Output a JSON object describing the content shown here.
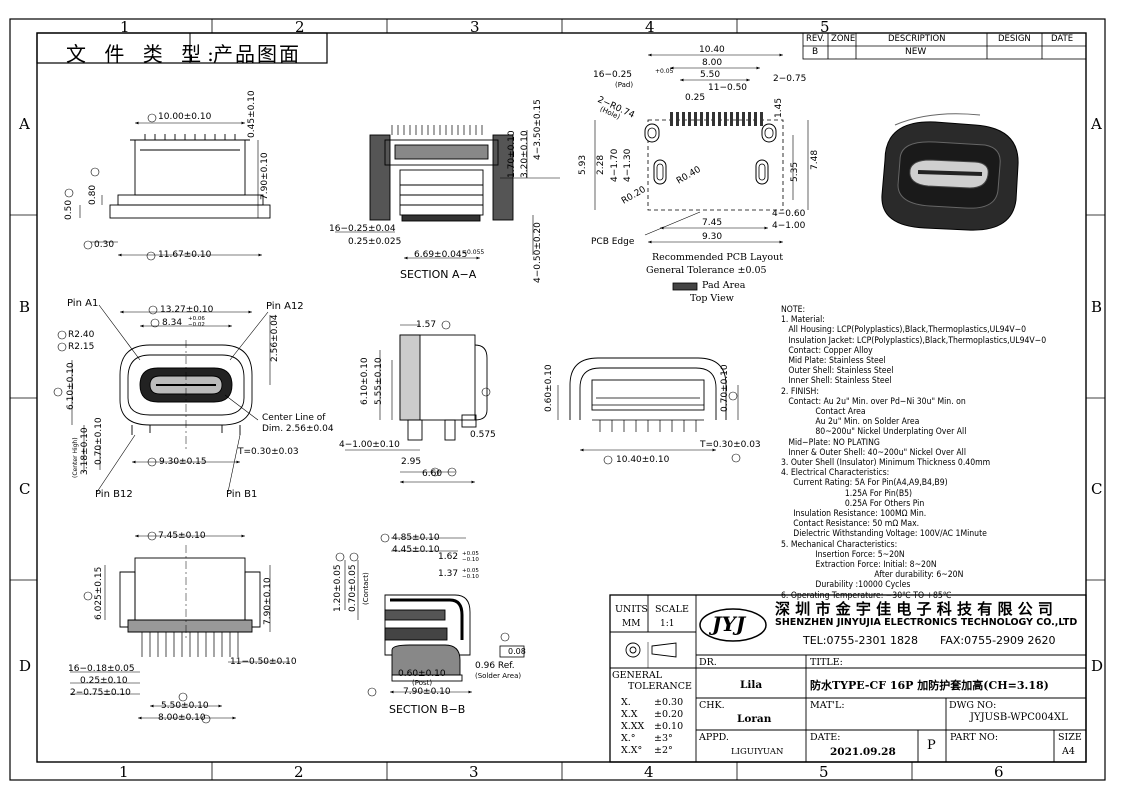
{
  "zones": {
    "top": [
      "1",
      "2",
      "3",
      "4",
      "5"
    ],
    "bottom": [
      "1",
      "2",
      "3",
      "4",
      "5",
      "6"
    ],
    "left": [
      "A",
      "B",
      "C",
      "D"
    ],
    "right": [
      "A",
      "B",
      "C",
      "D"
    ]
  },
  "doc_type": {
    "label": "文 件 类 型:",
    "value": "产品图面"
  },
  "revision": {
    "headers": [
      "REV.",
      "ZONE",
      "DESCRIPTION",
      "DESIGN",
      "DATE"
    ],
    "row": {
      "rev": "B",
      "zone": "",
      "description": "NEW",
      "design": "",
      "date": ""
    }
  },
  "views": {
    "top_left": {
      "d1": "10.00±0.10",
      "d2": "0.45±0.10",
      "d3": "7.90±0.10",
      "d4": "0.80",
      "d5": "0.50",
      "d6": "0.30",
      "d7": "11.67±0.10"
    },
    "section_aa": {
      "caption": "SECTION A−A",
      "d1": "16−0.25±0.04",
      "d2": "0.25±0.025",
      "d3": "6.69±0.045",
      "d3b": "−0.055",
      "d4": "1.70±0.10",
      "d5": "3.20±0.10",
      "d6": "4−3.50±0.15",
      "d7": "4−0.50±0.20"
    },
    "pcb": {
      "caption_1": "Recommended PCB Layout",
      "caption_2": "General Tolerance ±0.05",
      "pad_area": "Pad Area",
      "top_view": "Top View",
      "pcb_edge": "PCB Edge",
      "d_10_40": "10.40",
      "d_8_00": "8.00",
      "d_5_50": "5.50",
      "d_0_25": "0.25",
      "d_11_050": "11−0.50",
      "d_pad": "16−0.25",
      "d_pad_tol": "+0.05",
      "pad": "(Pad)",
      "hole": "(Hole)",
      "d_2_075": "2−0.75",
      "d_2_080": "2−R0.74",
      "d_145": "1.45",
      "d_593": "5.93",
      "d_228": "2.28",
      "d_170": "4−1.70",
      "d_130": "4−1.30",
      "d_535": "5.35",
      "d_748": "7.48",
      "d_r040": "R0.40",
      "d_r020": "R0.20",
      "d_745": "7.45",
      "d_930": "9.30",
      "d_060h": "4−0.60",
      "d_100p": "4−1.00"
    },
    "front": {
      "pin_a1": "Pin A1",
      "pin_a12": "Pin A12",
      "pin_b12": "Pin B12",
      "pin_b1": "Pin B1",
      "d1": "13.27±0.10",
      "d2": "8.34",
      "d2tol": "+0.06 −0.02",
      "d3": "R2.40",
      "d4": "R2.15",
      "d5": "2.56±0.04",
      "d6": "6.10±0.10",
      "d7": "3.18±0.10",
      "d8": "0.70±0.10",
      "d9": "9.30±0.15",
      "d10": "T=0.30±0.03",
      "center_line": "Center Line of",
      "center_dim": "Dim. 2.56±0.04",
      "center_high": "(Center High)"
    },
    "side": {
      "d1": "1.57",
      "d2": "6.10±0.10",
      "d3": "5.55±0.10",
      "d4": "4−1.00±0.10",
      "d5": "0.575",
      "d6": "2.95",
      "d7": "6.60"
    },
    "front2": {
      "d1": "0.60±0.10",
      "d2": "0.70±0.10",
      "d3": "10.40±0.10",
      "d4": "T=0.30±0.03"
    },
    "bottom": {
      "d1": "7.45±0.10",
      "d2": "6.025±0.15",
      "d3": "7.90±0.10",
      "d4": "16−0.18±0.05",
      "d5": "0.25±0.10",
      "d6": "2−0.75±0.10",
      "d7": "11−0.50±0.10",
      "d8": "5.50±0.10",
      "d9": "8.00±0.10"
    },
    "section_bb": {
      "caption": "SECTION B−B",
      "d1": "4.85±0.10",
      "d2": "4.45±0.10",
      "d3": "1.62",
      "d3tol": "+0.05 −0.10",
      "d4": "1.37",
      "d4tol": "+0.05 −0.10",
      "d5": "1.20±0.05",
      "d6": "0.70±0.05",
      "contact": "(Contact)",
      "d7": "0.08",
      "d8": "0.96 Ref.",
      "solder": "(Solder Area)",
      "d9": "0.60±0.10",
      "post": "(Post)",
      "d10": "7.90±0.10"
    }
  },
  "notes": [
    "NOTE:",
    "1. Material:",
    "   All Housing: LCP(Polyplastics),Black,Thermoplastics,UL94V−0",
    "   Insulation Jacket: LCP(Polyplastics),Black,Thermoplastics,UL94V−0",
    "   Contact: Copper Alloy",
    "   Mid Plate: Stainless Steel",
    "   Outer Shell: Stainless Steel",
    "   Inner Shell: Stainless Steel",
    "2. FINISH:",
    "   Contact: Au 2u\" Min. over Pd−Ni 30u\" Min. on",
    "              Contact Area",
    "              Au 2u\" Min. on Solder Area",
    "              80~200u\" Nickel Underplating Over All",
    "   Mid−Plate: NO PLATING",
    "   Inner & Outer Shell: 40~200u\" Nickel Over All",
    "3. Outer Shell (Insulator) Minimum Thickness 0.40mm",
    "4. Electrical Characteristics:",
    "     Current Rating: 5A For Pin(A4,A9,B4,B9)",
    "                          1.25A For Pin(B5)",
    "                          0.25A For Others Pin",
    "     Insulation Resistance: 100MΩ Min.",
    "     Contact Resistance: 50 mΩ Max.",
    "     Dielectric Withstanding Voltage: 100V/AC 1Minute",
    "5. Mechanical Characteristics:",
    "              Insertion Force: 5~20N",
    "              Extraction Force: Initial: 8~20N",
    "                                      After durability: 6~20N",
    "              Durability :10000 Cycles",
    "6. Operating Temperature: −30℃ TO +85℃"
  ],
  "title_block": {
    "units_label": "UNITS",
    "units": "MM",
    "scale_label": "SCALE",
    "scale": "1:1",
    "logo": "JYJ",
    "company_cn": "深 圳 市 金 宇 佳 电 子 科 技 有 限 公 司",
    "company_en": "SHENZHEN JINYUJIA ELECTRONICS TECHNOLOGY CO.,LTD",
    "tel": "TEL:0755-2301 1828",
    "fax": "FAX:0755-2909 2620",
    "dr_label": "DR.",
    "dr": "Lila",
    "title_label": "TITLE:",
    "title": "防水TYPE-CF 16P 加防护套加高(CH=3.18)",
    "gen_tol_1": "GENERAL",
    "gen_tol_2": "TOLERANCE",
    "tols": [
      [
        "X.",
        "±0.30"
      ],
      [
        "X.X",
        "±0.20"
      ],
      [
        "X.XX",
        "±0.10"
      ],
      [
        "X.°",
        "±3°"
      ],
      [
        "X.X°",
        "±2°"
      ]
    ],
    "chk_label": "CHK.",
    "chk": "Loran",
    "matl_label": "MAT'L:",
    "matl": "",
    "dwg_label": "DWG NO:",
    "dwg": "JYJUSB-WPC004XL",
    "appd_label": "APPD.",
    "appd": "LIGUIYUAN",
    "date_label": "DATE:",
    "date": "2021.09.28",
    "proj": "P",
    "part_label": "PART NO:",
    "part": "",
    "size_label": "SIZE",
    "size": "A4"
  }
}
